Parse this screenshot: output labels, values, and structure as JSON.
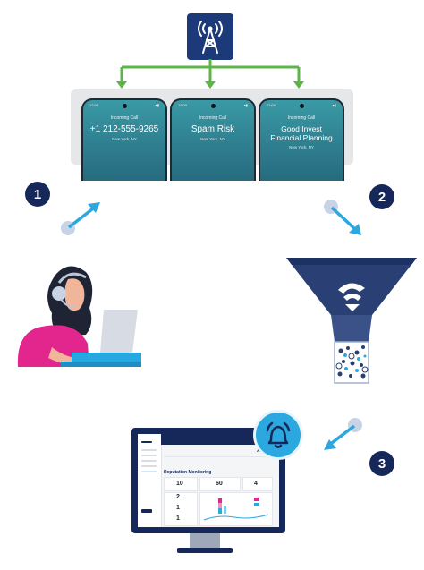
{
  "phones": [
    {
      "status_time": "12:00",
      "incoming": "Incoming Call",
      "caller": "+1 212-555-9265",
      "location": "New York, NY"
    },
    {
      "status_time": "12:00",
      "incoming": "Incoming Call",
      "caller": "Spam Risk",
      "location": "New York, NY"
    },
    {
      "status_time": "12:00",
      "incoming": "Incoming Call",
      "caller": "Good Invest Financial Planning",
      "location": "New York, NY"
    }
  ],
  "steps": [
    "1",
    "2",
    "3"
  ],
  "dashboard": {
    "title": "Reputation Monitoring",
    "brand": "AFFIRM",
    "stats": [
      "10",
      "60",
      "4"
    ],
    "side_stats": [
      "2",
      "1",
      "1"
    ]
  },
  "colors": {
    "navy": "#16285a",
    "tower_blue": "#1c3a7a",
    "green": "#5db547",
    "cyan": "#2da8de",
    "bell_blue": "#2aa8df",
    "funnel_dark": "#2a3f73",
    "funnel_light": "#4b6191",
    "headset_skin": "#d9b4e6",
    "shirt_pink": "#e2268e",
    "laptop_blue": "#25a7e0"
  },
  "icons": {
    "tower": "cell-tower-icon",
    "bell": "bell-icon",
    "funnel": "funnel-icon",
    "monitor": "monitor-icon"
  }
}
